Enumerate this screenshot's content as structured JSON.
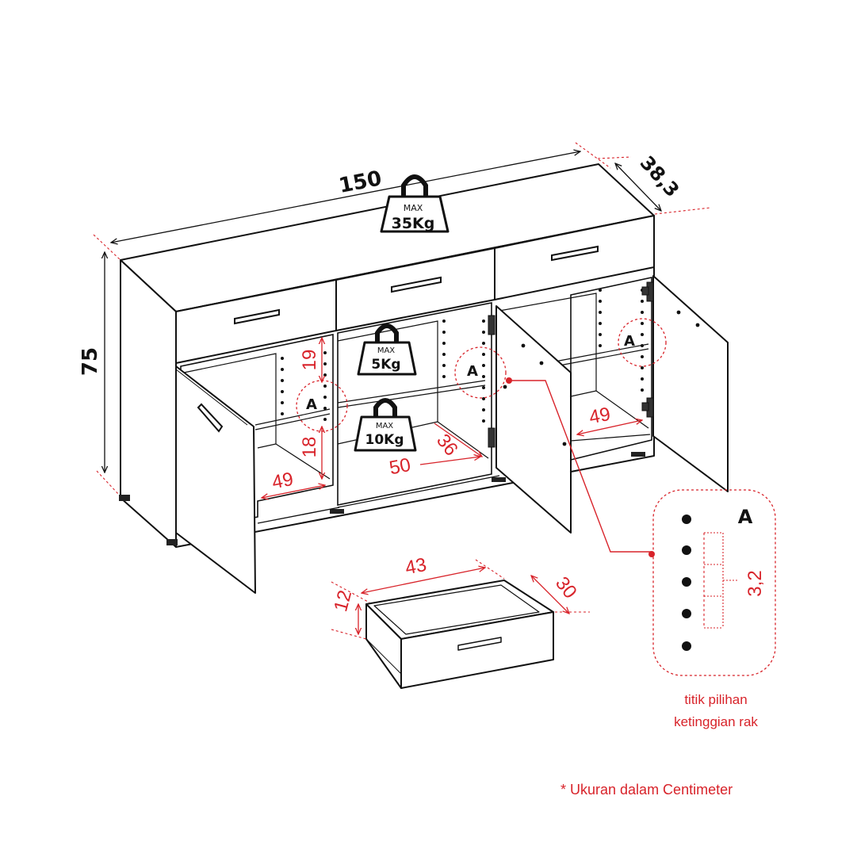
{
  "dimensions": {
    "width_total": "150",
    "depth_total": "38,3",
    "height_total": "75",
    "shelf_upper_gap": "19",
    "shelf_lower_gap": "18",
    "left_inner_width": "49",
    "center_inner_width": "50",
    "center_inner_depth": "36",
    "right_inner_width": "49",
    "drawer_width": "43",
    "drawer_depth": "30",
    "drawer_height": "12",
    "hole_spacing": "3,2"
  },
  "loads": {
    "top": {
      "max": "MAX",
      "weight": "35Kg"
    },
    "shelf": {
      "max": "MAX",
      "weight": "5Kg"
    },
    "bottom": {
      "max": "MAX",
      "weight": "10Kg"
    }
  },
  "markers": {
    "detail": "A"
  },
  "detail_caption": {
    "line1": "titik pilihan",
    "line2": "ketinggian rak"
  },
  "footnote": "* Ukuran dalam Centimeter",
  "colors": {
    "accent": "#d8232a",
    "line": "#111111"
  }
}
